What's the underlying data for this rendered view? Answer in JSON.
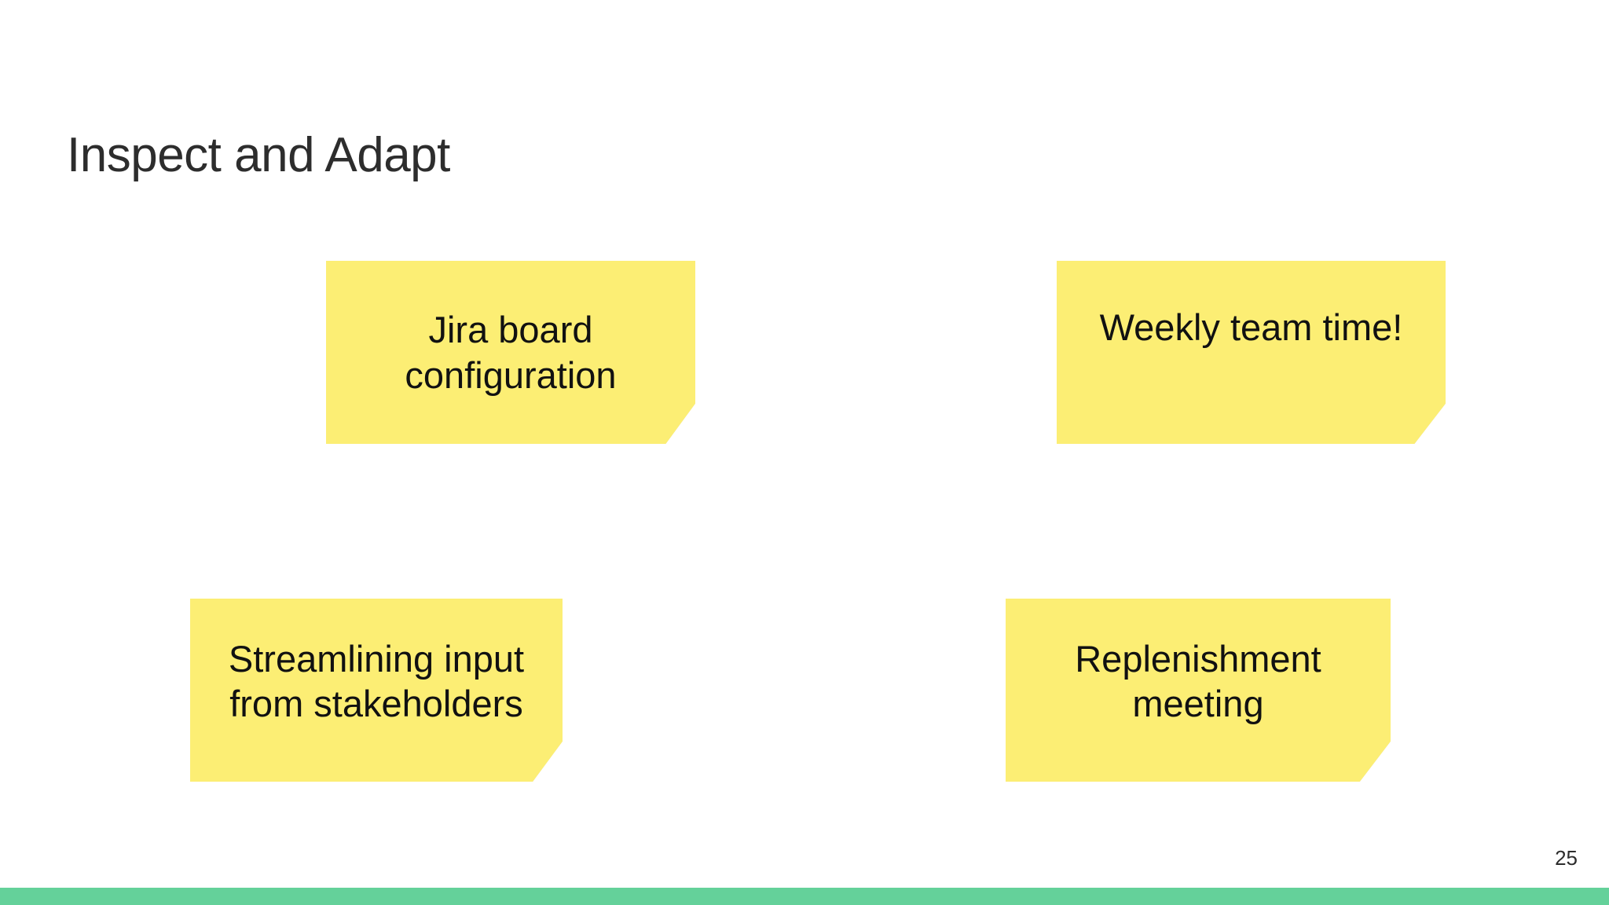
{
  "slide": {
    "title": "Inspect and Adapt",
    "page_number": "25",
    "background_color": "#ffffff",
    "accent_bar_color": "#64d19a",
    "title_color": "#2d2d2d"
  },
  "sticky_notes": [
    {
      "id": "note-1",
      "text": "Jira board\nconfiguration",
      "color": "#fcee74",
      "fold_color": "#d8cb5b",
      "text_color": "#111111"
    },
    {
      "id": "note-2",
      "text": "Weekly team time!",
      "color": "#fcee74",
      "fold_color": "#d8cb5b",
      "text_color": "#111111"
    },
    {
      "id": "note-3",
      "text": "Streamlining input\nfrom stakeholders",
      "color": "#fcee74",
      "fold_color": "#d8cb5b",
      "text_color": "#111111"
    },
    {
      "id": "note-4",
      "text": "Replenishment\nmeeting",
      "color": "#fcee74",
      "fold_color": "#d8cb5b",
      "text_color": "#111111"
    }
  ]
}
